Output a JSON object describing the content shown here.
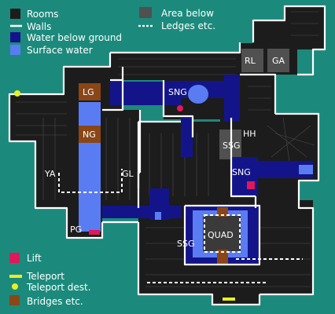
{
  "legend": {
    "rooms": "Rooms",
    "walls": "Walls",
    "water_below": "Water below ground",
    "surface_water": "Surface water",
    "area_below": "Area below",
    "ledges": "Ledges etc.",
    "lift": "Lift",
    "teleport": "Teleport",
    "teleport_dest": "Teleport dest.",
    "bridges": "Bridges etc."
  },
  "labels": {
    "rl": "RL",
    "ga": "GA",
    "lg": "LG",
    "sng_top": "SNG",
    "ng": "NG",
    "hh": "HH",
    "ssg_right": "SSG",
    "sng_right": "SNG",
    "ya": "YA",
    "gl": "GL",
    "pg": "PG",
    "quad": "QUAD",
    "ssg_bottom": "SSG"
  },
  "colors": {
    "background": "#1b8a7c",
    "room": "#1c1c1c",
    "wall": "#ffffff",
    "water_below": "#14148a",
    "surface_water": "#5a7cf2",
    "area_below": "#505050",
    "lift": "#e0185a",
    "teleport": "#e8f020",
    "bridge": "#8a4616"
  }
}
